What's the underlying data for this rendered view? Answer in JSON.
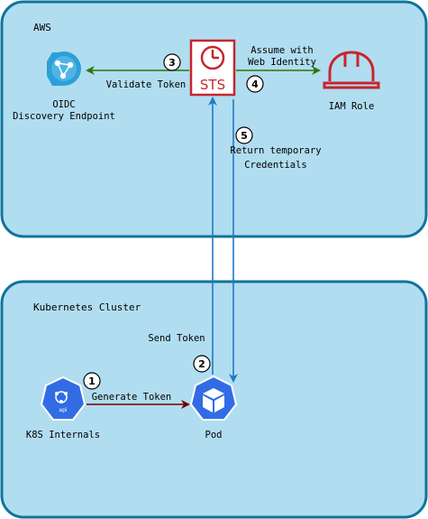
{
  "regions": {
    "aws": {
      "title": "AWS"
    },
    "k8s": {
      "title": "Kubernetes Cluster"
    }
  },
  "nodes": {
    "oidc": {
      "label_line1": "OIDC",
      "label_line2": "Discovery Endpoint"
    },
    "sts": {
      "label": "STS"
    },
    "iam": {
      "label": "IAM Role"
    },
    "k8s_internals": {
      "label": "K8S Internals",
      "icon_text": "api"
    },
    "pod": {
      "label": "Pod"
    }
  },
  "steps": {
    "s1": {
      "num": "1",
      "label": "Generate Token"
    },
    "s2": {
      "num": "2",
      "label": "Send Token"
    },
    "s3": {
      "num": "3",
      "label": "Validate Token"
    },
    "s4": {
      "num": "4",
      "label_line1": "Assume with",
      "label_line2": "Web Identity"
    },
    "s5": {
      "num": "5",
      "label_line1": "Return temporary",
      "label_line2": "Credentials"
    }
  },
  "colors": {
    "region_fill": "#b1ddf0",
    "region_stroke": "#10739e",
    "green": "#2d7600",
    "dark_red": "#6f0000",
    "blue": "#1f7ac4",
    "sts_red": "#c7252f",
    "k8s_blue": "#326ce5",
    "oidc_blue": "#2d9fd8"
  }
}
